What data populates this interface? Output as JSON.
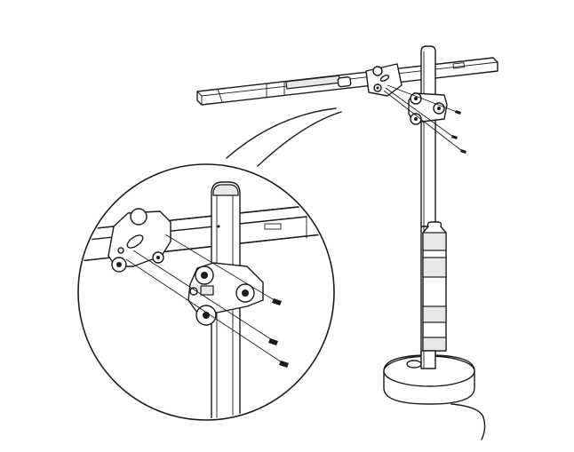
{
  "diagram": {
    "kind": "assembly-illustration",
    "colors": {
      "line": "#1a1a1a",
      "background": "#ffffff",
      "shade": "#e8e8e8"
    },
    "callout": {
      "shape": "circle",
      "content": "magnified-view"
    },
    "screw_count": 3
  }
}
